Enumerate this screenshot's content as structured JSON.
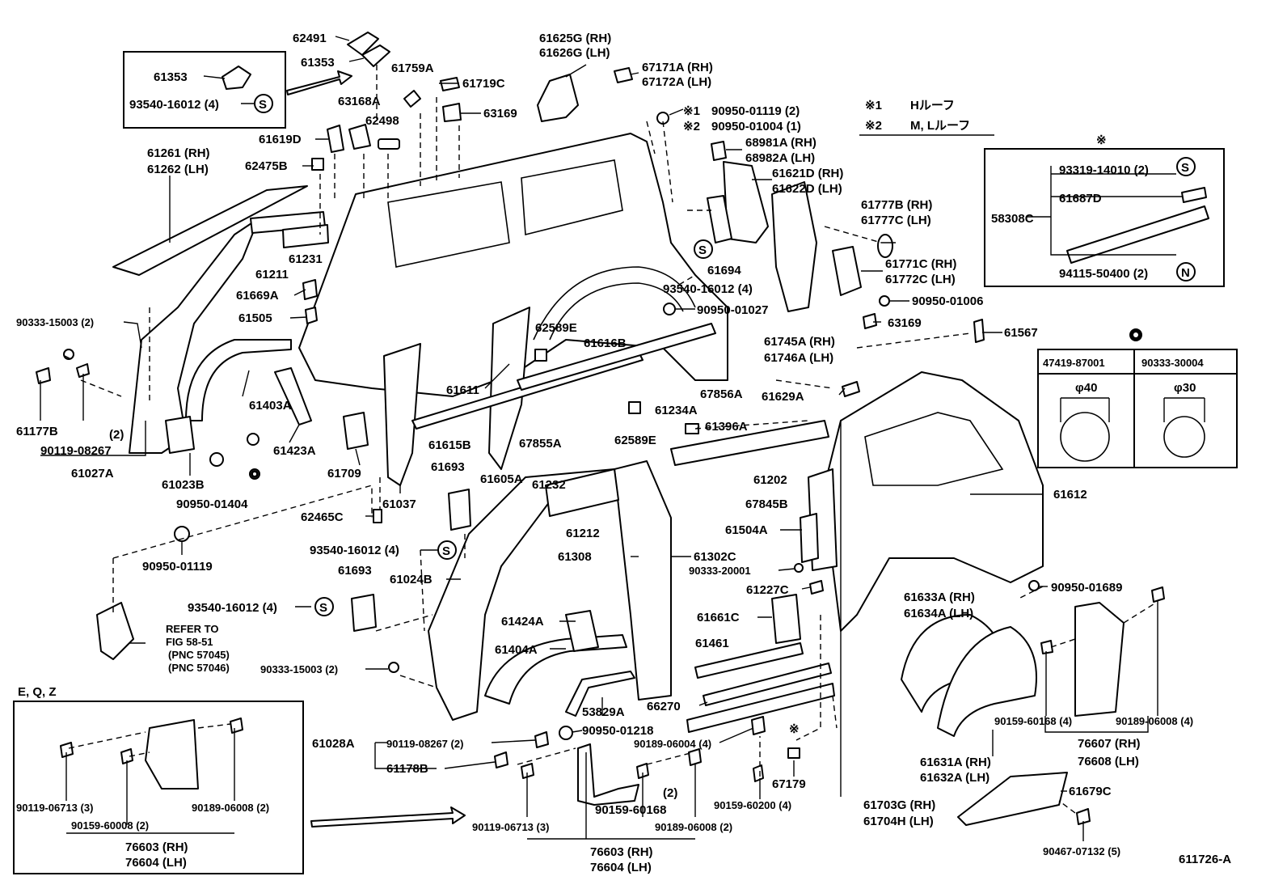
{
  "labels": {
    "l62491": "62491",
    "l61353a": "61353",
    "l61353b": "61353",
    "l93540a": "93540-16012 (4)",
    "l61759A": "61759A",
    "l61719C": "61719C",
    "l63168A": "63168A",
    "l63169a": "63169",
    "l61625G": "61625G (RH)",
    "l61626G": "61626G (LH)",
    "l67171A": "67171A (RH)",
    "l67172A": "67172A (LH)",
    "l61619D": "61619D",
    "l62498": "62498",
    "l61261": "61261 (RH)",
    "l61262": "61262 (LH)",
    "l62475B": "62475B",
    "l90950_01119_2": "90950-01119 (2)",
    "l90950_01004": "90950-01004 (1)",
    "l68981A": "68981A (RH)",
    "l68982A": "68982A (LH)",
    "l61621D": "61621D (RH)",
    "l61622D": "61622D (LH)",
    "l61211": "61211",
    "l61231": "61231",
    "l61669A": "61669A",
    "l61505": "61505",
    "l90333_15003a": "90333-15003 (2)",
    "l61694": "61694",
    "l93540b": "93540-16012 (4)",
    "l90950_01027": "90950-01027",
    "l61777B": "61777B (RH)",
    "l61777C": "61777C (LH)",
    "l61771C": "61771C (RH)",
    "l61772C": "61772C (LH)",
    "l90950_01006": "90950-01006",
    "l63169b": "63169",
    "l61567": "61567",
    "l61745A": "61745A (RH)",
    "l61746A": "61746A (LH)",
    "l62589Ea": "62589E",
    "l61616B": "61616B",
    "l61611": "61611",
    "l61403A": "61403A",
    "l61177B": "61177B",
    "l90119_08267a": "90119-08267",
    "l2a": "(2)",
    "l61027A": "61027A",
    "l61023B": "61023B",
    "l61423A": "61423A",
    "l61709": "61709",
    "l61615B": "61615B",
    "l67855A": "67855A",
    "l62589Eb": "62589E",
    "l67856A": "67856A",
    "l61629A": "61629A",
    "l61234A": "61234A",
    "l61396A": "61396A",
    "l90950_01404": "90950-01404",
    "l61037": "61037",
    "l61605A": "61605A",
    "l61693a": "61693",
    "l61232": "61232",
    "l61202": "61202",
    "l62465C": "62465C",
    "l61212": "61212",
    "l67845B": "67845B",
    "l61612": "61612",
    "l90950_01119": "90950-01119",
    "l93540c": "93540-16012 (4)",
    "l61024B": "61024B",
    "l61308": "61308",
    "l61302C": "61302C",
    "l61504A": "61504A",
    "l90333_20001": "90333-20001",
    "l61227C": "61227C",
    "l90950_01689": "90950-01689",
    "l61693b": "61693",
    "l93540d": "93540-16012 (4)",
    "l61633A": "61633A (RH)",
    "l61634A": "61634A (LH)",
    "l61424A": "61424A",
    "l61661C": "61661C",
    "lrefer": "REFER TO",
    "lfig": "FIG 58-51",
    "lpnc1": "(PNC 57045)",
    "lpnc2": "(PNC 57046)",
    "l61404A": "61404A",
    "l61461": "61461",
    "l90333_15003b": "90333-15003 (2)",
    "leqz": "E, Q, Z",
    "l53829A": "53829A",
    "l66270": "66270",
    "l90159_60168a": "90159-60168 (4)",
    "l90189_06008a": "90189-06008 (4)",
    "l61028A": "61028A",
    "l90119_08267b": "90119-08267 (2)",
    "l90950_01218": "90950-01218",
    "l90189_06004": "90189-06004 (4)",
    "l76607": "76607 (RH)",
    "l76608": "76608 (LH)",
    "l61178B": "61178B",
    "l67179": "67179",
    "l61631A": "61631A (RH)",
    "l61632A": "61632A (LH)",
    "l2b": "(2)",
    "l90159_60168b": "90159-60168",
    "l90159_60200": "90159-60200 (4)",
    "l61679C": "61679C",
    "l90119_06713a": "90119-06713 (3)",
    "l90189_06008b": "90189-06008 (2)",
    "l90159_60008": "90159-60008 (2)",
    "l76603a": "76603 (RH)",
    "l76604a": "76604 (LH)",
    "l90119_06713b": "90119-06713 (3)",
    "l90189_06008c": "90189-06008 (2)",
    "l61703G": "61703G (RH)",
    "l61704H": "61704H (LH)",
    "l76603b": "76603 (RH)",
    "l76604b": "76604 (LH)",
    "l90467": "90467-07132 (5)",
    "l611726": "611726-A"
  },
  "legend": {
    "note1_mark": "※1",
    "note1_text": "Hルーフ",
    "note2_mark": "※2",
    "note2_text": "M, Lルーフ",
    "mark1": "※1",
    "mark2": "※2",
    "mark3": "※"
  },
  "kit_box": {
    "mark": "※",
    "title": "58308C",
    "row1": "93319-14010 (2)",
    "row2": "61687D",
    "row3": "94115-50400 (2)",
    "sym_s": "S",
    "sym_n": "N"
  },
  "hole_table": {
    "col1_part": "47419-87001",
    "col2_part": "90333-30004",
    "col1_dia": "φ40",
    "col2_dia": "φ30"
  },
  "symbols": {
    "s": "S"
  }
}
